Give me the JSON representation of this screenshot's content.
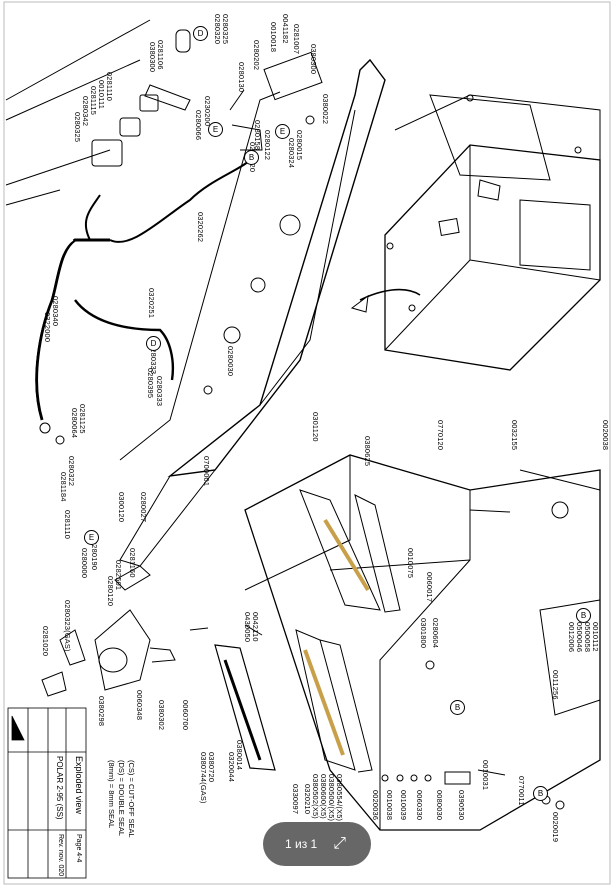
{
  "labels_top": [
    "0280325",
    "0280320",
    "0281106",
    "0380300",
    "0281110",
    "0010111",
    "0281115",
    "0280342",
    "0280325",
    "0280066",
    "0230200",
    "0280120",
    "0280122",
    "0280015",
    "0280324",
    "0280158",
    "0280130",
    "0280202",
    "0010018",
    "0041182",
    "0281007",
    "0380300",
    "0380022",
    "0320262"
  ],
  "labels_left": [
    "0322000",
    "0280340",
    "0320251",
    "0281125",
    "0280064",
    "0280395",
    "0280333",
    "0280322",
    "0281184",
    "0281160",
    "0280120",
    "0282501",
    "0280190",
    "0281110",
    "0300120",
    "0280027",
    "0700001",
    "0280333",
    "0280030",
    "0280000"
  ],
  "labels_lower": [
    "0280323(GAS)",
    "0281020",
    "0380298",
    "0060348",
    "0380302",
    "0060700",
    "0301120",
    "0380625",
    "0770120",
    "0032155",
    "0020038",
    "0010075",
    "0060017",
    "0280604",
    "0301800",
    "0042110",
    "0430050",
    "0380720",
    "0380744(GAS)",
    "0320044",
    "0380014",
    "0330097",
    "0320210",
    "0380554/(X5)",
    "0380500/(X5)",
    "0380600(X5)",
    "0380502(X5)",
    "0020036",
    "0010038",
    "0010039",
    "0060330",
    "0080030",
    "0390530",
    "0010031",
    "0770011",
    "0020019",
    "0010112",
    "0011256",
    "0500058",
    "0500046",
    "0012006"
  ],
  "callouts": [
    "D",
    "E",
    "E",
    "B",
    "D",
    "E",
    "B",
    "B",
    "B"
  ],
  "legend": {
    "line1": "(CS) = CUT-OFF SEAL",
    "line2": "(DS) = DOUBLE SEAL",
    "line3": "(8mm) = 8mm SEAL"
  },
  "title_block": {
    "title": "Exploded view",
    "model": "POLAR 2-95 (SS)",
    "page": "Page 4-4",
    "rev": "Rev. nov. 020"
  },
  "viewer": {
    "page_counter": "1 из 1",
    "expand_icon": "expand-icon"
  }
}
